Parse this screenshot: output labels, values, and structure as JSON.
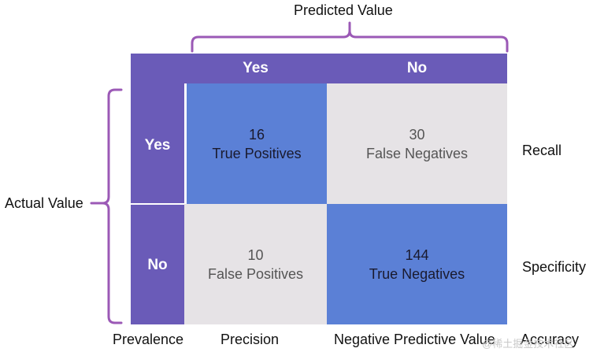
{
  "diagram": {
    "predicted_value_label": "Predicted Value",
    "actual_value_label": "Actual Value",
    "col_headers": [
      "Yes",
      "No"
    ],
    "row_headers": [
      "Yes",
      "No"
    ],
    "cells": [
      {
        "value": "16",
        "label": "True Positives"
      },
      {
        "value": "30",
        "label": "False Negatives"
      },
      {
        "value": "10",
        "label": "False Positives"
      },
      {
        "value": "144",
        "label": "True Negatives"
      }
    ],
    "row_metrics": [
      "Recall",
      "Specificity"
    ],
    "bottom_metrics": {
      "prevalence": "Prevalence",
      "precision": "Precision",
      "npv": "Negative Predictive Value",
      "accuracy": "Accuracy"
    },
    "watermark": "@稀土掘金技术社区",
    "colors": {
      "header_purple": "#6a5bb8",
      "bracket_purple": "#9b59b6",
      "cell_blue": "#5b80d6",
      "cell_gray": "#e6e3e6"
    }
  }
}
